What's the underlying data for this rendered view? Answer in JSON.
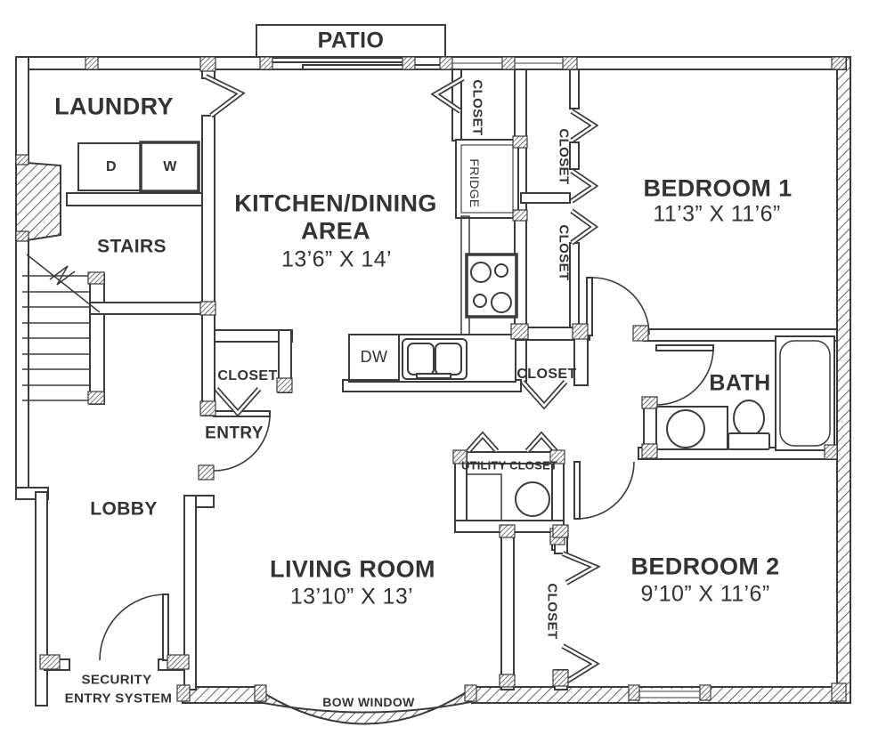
{
  "colors": {
    "line": "#3b3b3b",
    "text": "#333333",
    "background": "#ffffff"
  },
  "rooms": {
    "patio": {
      "name": "PATIO"
    },
    "laundry": {
      "name": "LAUNDRY"
    },
    "kitchen": {
      "name": "KITCHEN/DINING",
      "name_line2": "AREA",
      "dims": "13’6” X 14’"
    },
    "stairs": {
      "name": "STAIRS"
    },
    "bedroom1": {
      "name": "BEDROOM 1",
      "dims": "11’3” X 11’6”"
    },
    "bath": {
      "name": "BATH"
    },
    "lobby": {
      "name": "LOBBY"
    },
    "living_room": {
      "name": "LIVING ROOM",
      "dims": "13’10” X 13’"
    },
    "bedroom2": {
      "name": "BEDROOM 2",
      "dims": "9’10” X 11’6”"
    },
    "entry": {
      "name": "ENTRY"
    }
  },
  "closets": {
    "pantry": "CLOSET",
    "bedroom1_upper": "CLOSET",
    "bedroom1_lower": "CLOSET",
    "entry_hall": "CLOSET",
    "kitchen_south": "CLOSET",
    "utility": "UTILITY CLOSET",
    "bedroom2": "CLOSET"
  },
  "appliances": {
    "dryer": "D",
    "washer": "W",
    "fridge": "FRIDGE",
    "dishwasher": "DW"
  },
  "annotations": {
    "security_line1": "SECURITY",
    "security_line2": "ENTRY SYSTEM",
    "bow_window": "BOW WINDOW"
  }
}
